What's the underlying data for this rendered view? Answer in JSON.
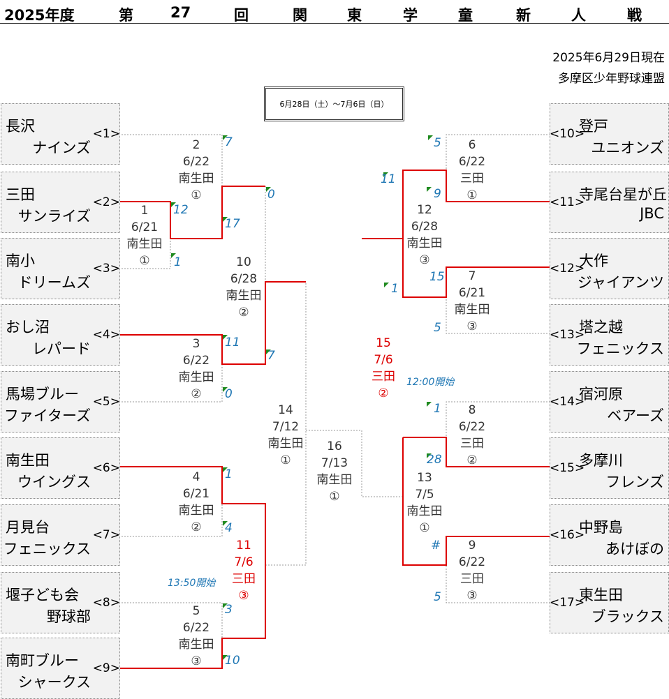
{
  "header": {
    "season": "2025年度",
    "title_chars": [
      "第",
      "27",
      "回",
      "関",
      "東",
      "学",
      "童",
      "新",
      "人",
      "戦"
    ]
  },
  "info": {
    "as_of": "2025年6月29日現在",
    "league": "多摩区少年野球連盟",
    "period": "6月28日（土）～7月6日（日）"
  },
  "teams_left": [
    {
      "name1": "長沢",
      "name2": "ナインズ",
      "num": "<1>"
    },
    {
      "name1": "三田",
      "name2": "サンライズ",
      "num": "<2>"
    },
    {
      "name1": "南小",
      "name2": "ドリームズ",
      "num": "<3>"
    },
    {
      "name1": "おし沼",
      "name2": "レパード",
      "num": "<4>"
    },
    {
      "name1": "馬場ブルー",
      "name2": "ファイターズ",
      "num": "<5>"
    },
    {
      "name1": "南生田",
      "name2": "ウイングス",
      "num": "<6>"
    },
    {
      "name1": "月見台",
      "name2": "フェニックス",
      "num": "<7>"
    },
    {
      "name1": "堰子ども会",
      "name2": "野球部",
      "num": "<8>"
    },
    {
      "name1": "南町ブルー",
      "name2": "シャークス",
      "num": "<9>"
    }
  ],
  "teams_right": [
    {
      "name1": "登戸",
      "name2": "ユニオンズ",
      "num": "<10>"
    },
    {
      "name1": "寺尾台星が丘",
      "name2": "JBC",
      "num": "<11>"
    },
    {
      "name1": "大作",
      "name2": "ジャイアンツ",
      "num": "<12>"
    },
    {
      "name1": "塔之越",
      "name2": "フェニックス",
      "num": "<13>"
    },
    {
      "name1": "宿河原",
      "name2": "ベアーズ",
      "num": "<14>"
    },
    {
      "name1": "多摩川",
      "name2": "フレンズ",
      "num": "<15>"
    },
    {
      "name1": "中野島",
      "name2": "あけぼの",
      "num": "<16>"
    },
    {
      "name1": "東生田",
      "name2": "ブラックス",
      "num": "<17>"
    }
  ],
  "matches": {
    "m1": {
      "no": "1",
      "date": "6/21",
      "venue": "南生田",
      "field": "①"
    },
    "m2": {
      "no": "2",
      "date": "6/22",
      "venue": "南生田",
      "field": "①"
    },
    "m3": {
      "no": "3",
      "date": "6/22",
      "venue": "南生田",
      "field": "②"
    },
    "m4": {
      "no": "4",
      "date": "6/21",
      "venue": "南生田",
      "field": "②"
    },
    "m5": {
      "no": "5",
      "date": "6/22",
      "venue": "南生田",
      "field": "③"
    },
    "m6": {
      "no": "6",
      "date": "6/22",
      "venue": "三田",
      "field": "①"
    },
    "m7": {
      "no": "7",
      "date": "6/21",
      "venue": "南生田",
      "field": "③"
    },
    "m8": {
      "no": "8",
      "date": "6/22",
      "venue": "三田",
      "field": "②"
    },
    "m9": {
      "no": "9",
      "date": "6/22",
      "venue": "三田",
      "field": "③"
    },
    "m10": {
      "no": "10",
      "date": "6/28",
      "venue": "南生田",
      "field": "②"
    },
    "m11": {
      "no": "11",
      "date": "7/6",
      "venue": "三田",
      "field": "③"
    },
    "m12": {
      "no": "12",
      "date": "6/28",
      "venue": "南生田",
      "field": "③"
    },
    "m13": {
      "no": "13",
      "date": "7/5",
      "venue": "南生田",
      "field": "①"
    },
    "m14": {
      "no": "14",
      "date": "7/12",
      "venue": "南生田",
      "field": "①"
    },
    "m15": {
      "no": "15",
      "date": "7/6",
      "venue": "三田",
      "field": "②"
    },
    "m16": {
      "no": "16",
      "date": "7/13",
      "venue": "南生田",
      "field": "①"
    }
  },
  "scores": {
    "s1": "7",
    "s2": "12",
    "s3": "1",
    "s4": "17",
    "s5": "0",
    "s6": "11",
    "s7": "0",
    "s8": "7",
    "s9": "1",
    "s10": "4",
    "s11": "3",
    "s12": "10",
    "s13": "5",
    "s14": "9",
    "s15": "11",
    "s16": "15",
    "s17": "1",
    "s18": "5",
    "s19": "1",
    "s20": "28",
    "s21": "#",
    "s22": "5"
  },
  "notes": {
    "start_1350": "13:50開始",
    "start_1200": "12:00開始"
  },
  "colors": {
    "winner_line": "#dd0000",
    "loser_line": "#999999",
    "score_text": "#1f77b4",
    "flag": "#1f8a1f",
    "team_bg": "#f2f2f2"
  }
}
